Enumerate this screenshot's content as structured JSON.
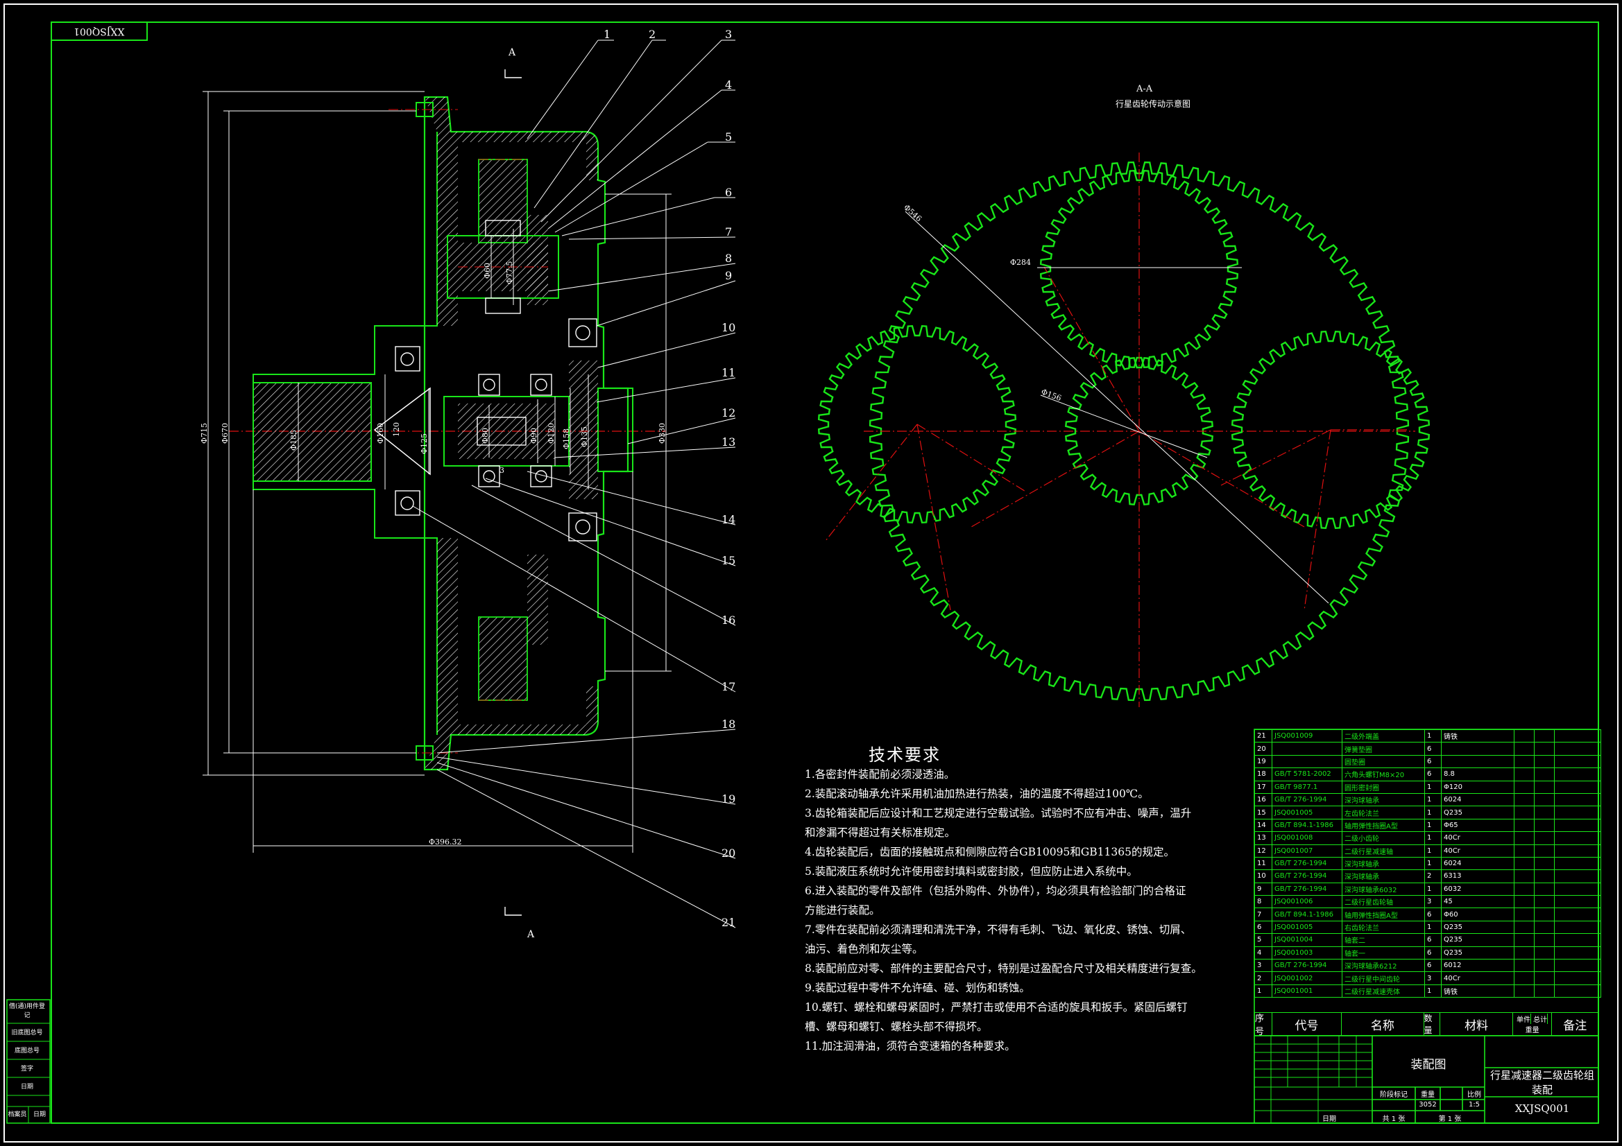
{
  "frame": {
    "drawing_code_rotated": "XXJSQ001"
  },
  "section": {
    "mark": "A",
    "view_title": "A-A",
    "view_subtitle": "行星齿轮传动示意图"
  },
  "dims": {
    "d715": "Φ715",
    "d670": "Φ670",
    "d185": "Φ185",
    "d160": "Φ160",
    "d120": "Φ120",
    "d125": "Φ125",
    "d60": "Φ60",
    "d77": "Φ77.5",
    "d80": "Φ80",
    "d90": "Φ90",
    "d135": "Φ135",
    "d158": "Φ158",
    "d120b": "Φ120",
    "d330": "Φ330",
    "d396": "Φ396.32",
    "d3": "3",
    "d120c": "120",
    "g546": "Φ546",
    "g284": "Φ284",
    "g156": "Φ156"
  },
  "balloons": [
    "1",
    "2",
    "3",
    "4",
    "5",
    "6",
    "7",
    "8",
    "9",
    "10",
    "11",
    "12",
    "13",
    "14",
    "15",
    "16",
    "17",
    "18",
    "19",
    "20",
    "21"
  ],
  "tech": {
    "heading": "技术要求",
    "items": [
      "1.各密封件装配前必须浸透油。",
      "2.装配滚动轴承允许采用机油加热进行热装，油的温度不得超过100℃。",
      "3.齿轮箱装配后应设计和工艺规定进行空载试验。试验时不应有冲击、噪声，温升",
      "和渗漏不得超过有关标准规定。",
      "4.齿轮装配后，齿面的接触斑点和侧隙应符合GB10095和GB11365的规定。",
      "5.装配液压系统时允许使用密封填料或密封胶，但应防止进入系统中。",
      "6.进入装配的零件及部件（包括外购件、外协件），均必须具有检验部门的合格证",
      "方能进行装配。",
      "7.零件在装配前必须清理和清洗干净，不得有毛刺、飞边、氧化皮、锈蚀、切屑、",
      "油污、着色剂和灰尘等。",
      "8.装配前应对零、部件的主要配合尺寸，特别是过盈配合尺寸及相关精度进行复查。",
      "9.装配过程中零件不允许磕、碰、划伤和锈蚀。",
      "10.螺钉、螺栓和螺母紧固时，严禁打击或使用不合适的旋具和扳手。紧固后螺钉",
      "槽、螺母和螺钉、螺栓头部不得损坏。",
      "11.加注润滑油，须符合变速箱的各种要求。"
    ]
  },
  "bom": [
    {
      "no": "21",
      "code": "JSQ001009",
      "name": "二级外端盖",
      "qty": "1",
      "mat": "铸铁"
    },
    {
      "no": "20",
      "code": "",
      "name": "弹簧垫圈",
      "qty": "6",
      "mat": ""
    },
    {
      "no": "19",
      "code": "",
      "name": "圆垫圈",
      "qty": "6",
      "mat": ""
    },
    {
      "no": "18",
      "code": "GB/T 5781-2002",
      "name": "六角头螺钉M8×20",
      "qty": "6",
      "mat": "8.8"
    },
    {
      "no": "17",
      "code": "GB/T 9877.1",
      "name": "圆形密封圈",
      "qty": "1",
      "mat": "Φ120"
    },
    {
      "no": "16",
      "code": "GB/T 276-1994",
      "name": "深沟球轴承",
      "qty": "1",
      "mat": "6024"
    },
    {
      "no": "15",
      "code": "JSQ001005",
      "name": "左齿轮法兰",
      "qty": "1",
      "mat": "Q235"
    },
    {
      "no": "14",
      "code": "GB/T 894.1-1986",
      "name": "轴用弹性挡圈A型",
      "qty": "1",
      "mat": "Φ65"
    },
    {
      "no": "13",
      "code": "JSQ001008",
      "name": "二级小齿轮",
      "qty": "1",
      "mat": "40Cr"
    },
    {
      "no": "12",
      "code": "JSQ001007",
      "name": "二级行星减速轴",
      "qty": "1",
      "mat": "40Cr"
    },
    {
      "no": "11",
      "code": "GB/T 276-1994",
      "name": "深沟球轴承",
      "qty": "1",
      "mat": "6024"
    },
    {
      "no": "10",
      "code": "GB/T 276-1994",
      "name": "深沟球轴承",
      "qty": "2",
      "mat": "6313"
    },
    {
      "no": "9",
      "code": "GB/T 276-1994",
      "name": "深沟球轴承6032",
      "qty": "1",
      "mat": "6032"
    },
    {
      "no": "8",
      "code": "JSQ001006",
      "name": "二级行星齿轮轴",
      "qty": "3",
      "mat": "45"
    },
    {
      "no": "7",
      "code": "GB/T 894.1-1986",
      "name": "轴用弹性挡圈A型",
      "qty": "6",
      "mat": "Φ60"
    },
    {
      "no": "6",
      "code": "JSQ001005",
      "name": "右齿轮法兰",
      "qty": "1",
      "mat": "Q235"
    },
    {
      "no": "5",
      "code": "JSQ001004",
      "name": "轴套二",
      "qty": "6",
      "mat": "Q235"
    },
    {
      "no": "4",
      "code": "JSQ001003",
      "name": "轴套一",
      "qty": "6",
      "mat": "Q235"
    },
    {
      "no": "3",
      "code": "GB/T 276-1994",
      "name": "深沟球轴承6212",
      "qty": "6",
      "mat": "6012"
    },
    {
      "no": "2",
      "code": "JSQ001002",
      "name": "二级行星中间齿轮",
      "qty": "3",
      "mat": "40Cr"
    },
    {
      "no": "1",
      "code": "JSQ001001",
      "name": "二级行星减速壳体",
      "qty": "1",
      "mat": "铸铁"
    }
  ],
  "bom_header": {
    "no": "序号",
    "code": "代号",
    "name": "名称",
    "qty": "数量",
    "mat": "材料",
    "unit": "单件",
    "total": "总计",
    "weight": "重量",
    "remark": "备注"
  },
  "title_block": {
    "doc_type": "装配图",
    "title": "行星减速器二级齿轮组装配",
    "drawing_no": "XXJSQ001",
    "stage": "阶段标记",
    "weight": "重量",
    "scale": "比例",
    "scale_value": "1:5",
    "weight_value": "3052",
    "sheet": "共 1 张",
    "sheet_no": "第 1 张",
    "date": "日期"
  },
  "side": {
    "c1": "借(通)用件登记",
    "c2": "旧底图总号",
    "c3": "底图总号",
    "c4": "签字",
    "c5": "日期",
    "c6": "档案员",
    "c7": "日期"
  }
}
